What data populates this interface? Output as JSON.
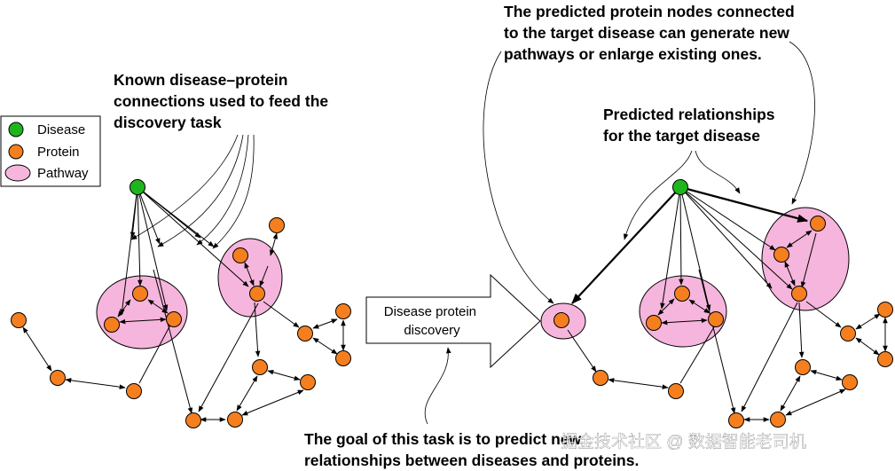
{
  "legend": {
    "disease": "Disease",
    "protein": "Protein",
    "pathway": "Pathway"
  },
  "annotations": {
    "known_connections": [
      "Known disease–protein",
      "connections used to feed the",
      "discovery task"
    ],
    "predicted_nodes": [
      "The predicted protein nodes connected",
      "to the target disease can generate new",
      "pathways or enlarge existing ones."
    ],
    "predicted_relationships": [
      "Predicted relationships",
      "for the target disease"
    ],
    "goal": [
      "The goal of this task is to predict new",
      "relationships between diseases and proteins."
    ]
  },
  "center_arrow": [
    "Disease protein",
    "discovery"
  ],
  "watermark": "掘金技术社区 @ 数据智能老司机",
  "colors": {
    "disease": "#1fb51f",
    "protein": "#f57f1f",
    "pathway": "#f6b5dc"
  }
}
